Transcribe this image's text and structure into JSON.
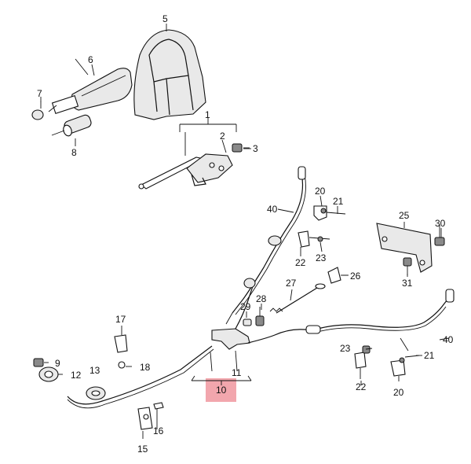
{
  "diagram": {
    "labels": {
      "l1": "1",
      "l2": "2",
      "l3": "3",
      "l5": "5",
      "l6": "6",
      "l7": "7",
      "l8": "8",
      "l9": "9",
      "l10": "10",
      "l11": "11",
      "l12": "12",
      "l13": "13",
      "l15": "15",
      "l16": "16",
      "l17": "17",
      "l18": "18",
      "l20a": "20",
      "l20b": "20",
      "l21a": "21",
      "l21b": "21",
      "l22a": "22",
      "l22b": "22",
      "l23a": "23",
      "l23b": "23",
      "l25": "25",
      "l26": "26",
      "l27": "27",
      "l28": "28",
      "l29": "29",
      "l30": "30",
      "l31": "31",
      "l40a": "40",
      "l40b": "40"
    },
    "highlight_color": "#f2a6ad"
  }
}
